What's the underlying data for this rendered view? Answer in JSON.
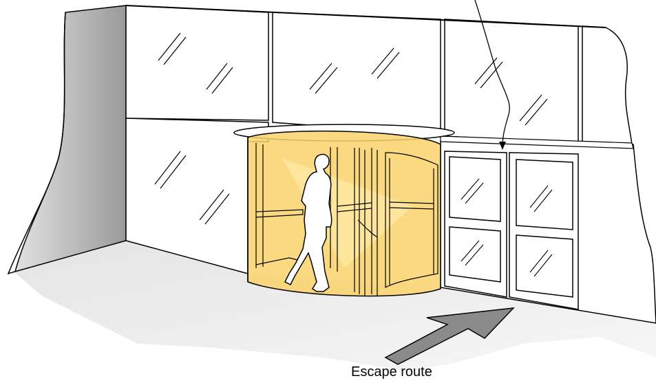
{
  "labels": {
    "escape_route": "Escape route"
  },
  "colors": {
    "door_fill": "#f9d26b",
    "door_fill_light": "#fde9a8",
    "floor_shadow": "#d6d6d6",
    "wall_side": "#a8a8a8",
    "arrow_fill": "#8a8a8a",
    "line": "#000000"
  },
  "icons": {
    "person": "walking-person-silhouette",
    "arrow": "escape-direction-arrow"
  }
}
